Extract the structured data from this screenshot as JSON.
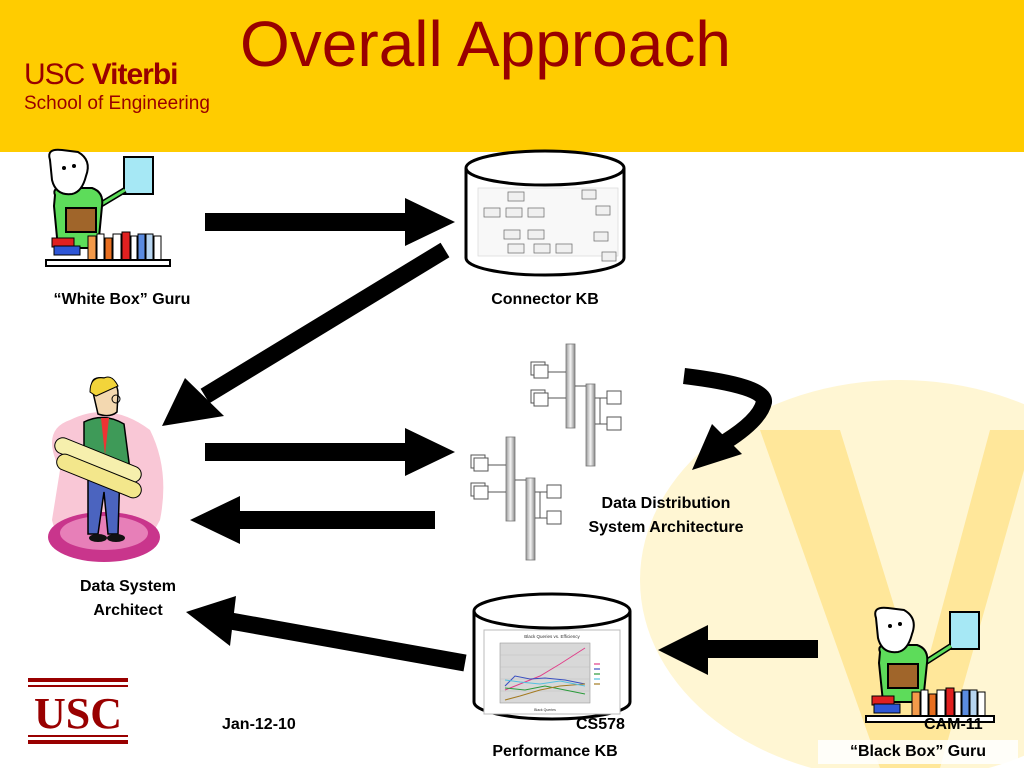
{
  "slide": {
    "title": "Overall Approach",
    "logo_line1_a": "USC",
    "logo_line1_b": "Viterbi",
    "logo_line2": "School of Engineering"
  },
  "nodes": {
    "white_box_guru": "“White Box” Guru",
    "connector_kb": "Connector KB",
    "data_distribution_line1": "Data Distribution",
    "data_distribution_line2": "System Architecture",
    "data_system_architect_line1": "Data System",
    "data_system_architect_line2": "Architect",
    "performance_kb": "Performance KB",
    "black_box_guru": "“Black Box” Guru"
  },
  "footer": {
    "date": "Jan-12-10",
    "course": "CS578",
    "right": "CAM-11",
    "usc_mark": "USC"
  },
  "mini_chart": {
    "title": "Black Queries vs. Efficiency",
    "xlabel": "Black Queries"
  },
  "colors": {
    "header_bg": "#ffcc00",
    "title": "#990000",
    "logo": "#990000",
    "watermark": "#fff3c4"
  }
}
